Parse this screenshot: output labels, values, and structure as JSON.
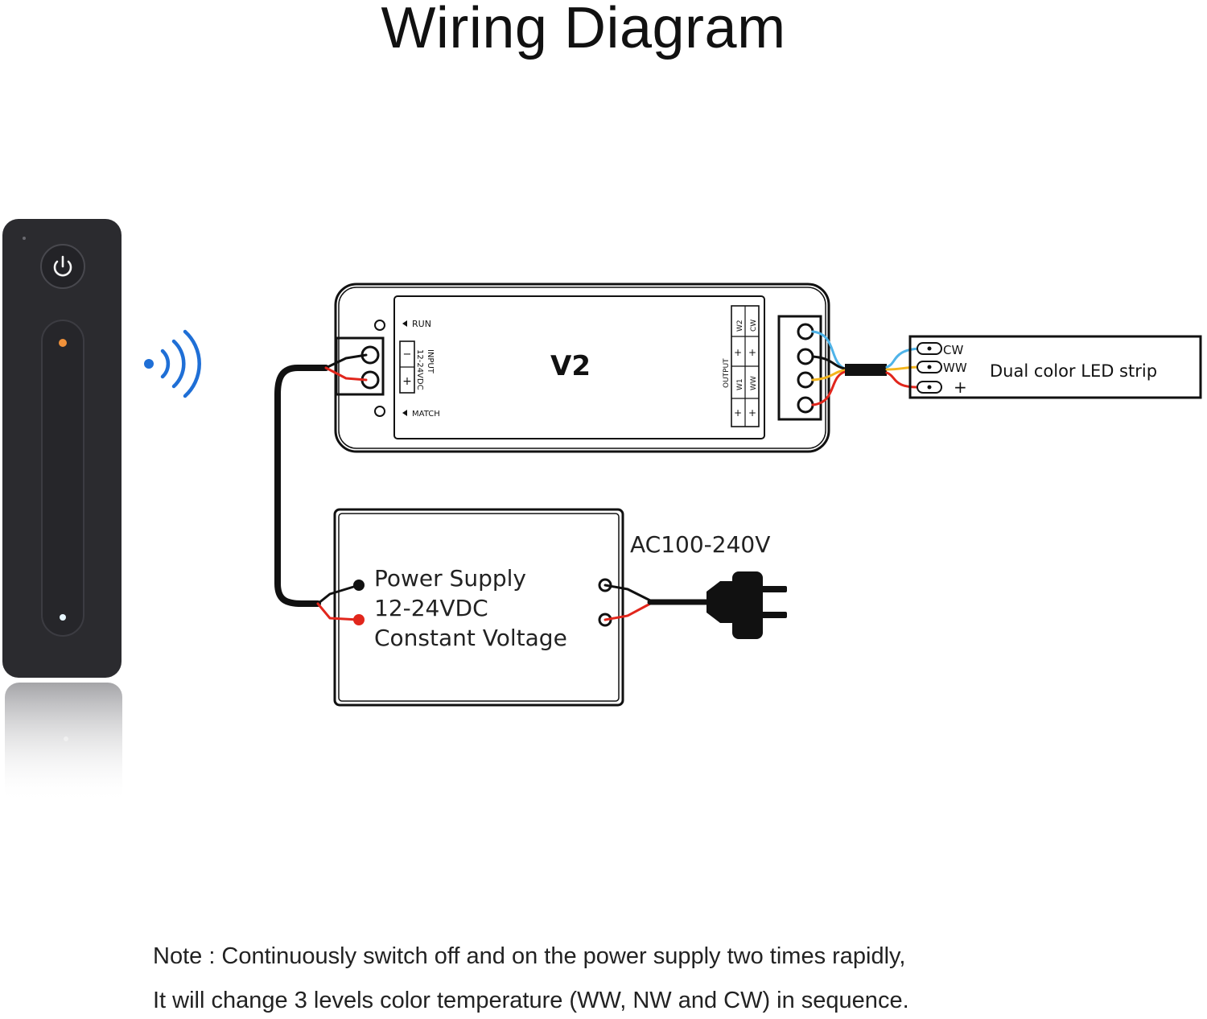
{
  "title": "Wiring Diagram",
  "colors": {
    "remote_body": "#2b2b2f",
    "wire_black": "#111111",
    "wire_red": "#e1261c",
    "wire_blue": "#4fb3e8",
    "wire_yellow": "#f3b51d",
    "remote_indicator": "#f0913a",
    "signal_blue": "#1f6fd6"
  },
  "icons": {
    "remote_power": "power-icon",
    "wireless": "wireless-signal-icon",
    "plug": "ac-plug-icon"
  },
  "controller": {
    "model": "V2",
    "run_label": "RUN",
    "match_label": "MATCH",
    "input_label": "INPUT",
    "input_voltage": "12-24VDC",
    "input_minus": "−",
    "input_plus": "+",
    "output_label": "OUTPUT",
    "output_terms": [
      "W2",
      "CW",
      "W1",
      "WW"
    ],
    "output_plus": "+"
  },
  "led_strip": {
    "label": "Dual color LED strip",
    "pins": [
      "CW",
      "WW",
      "+"
    ]
  },
  "power_supply": {
    "line1": "Power Supply",
    "line2": "12-24VDC",
    "line3": "Constant Voltage",
    "ac_label": "AC100-240V"
  },
  "note": {
    "line1": "Note : Continuously switch off and on the power supply two times rapidly,",
    "line2": "It will change 3 levels color temperature (WW, NW and CW) in sequence."
  }
}
